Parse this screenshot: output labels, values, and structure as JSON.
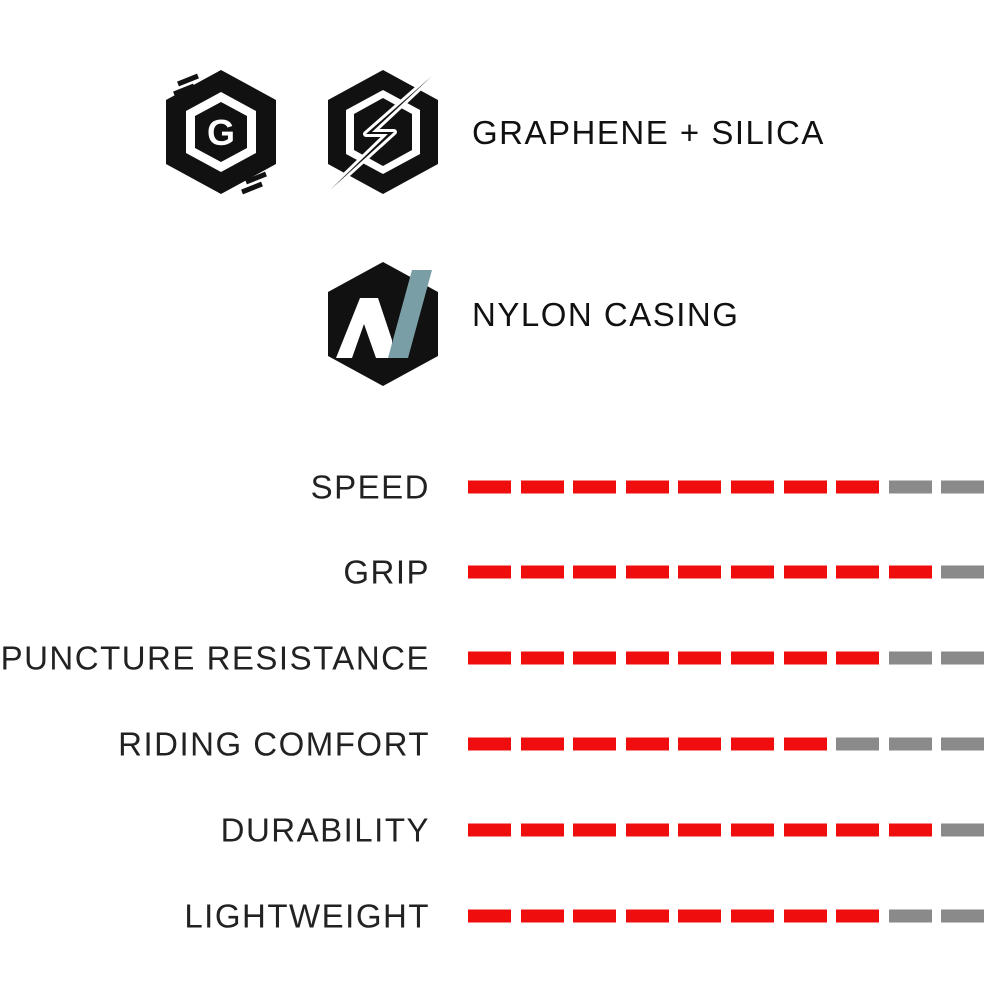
{
  "features": [
    {
      "label": "GRAPHENE + SILICA",
      "icons": [
        "graphene-hexagon-icon",
        "silica-lightning-icon"
      ]
    },
    {
      "label": "NYLON CASING",
      "icons": [
        "nylon-n-hexagon-icon"
      ]
    }
  ],
  "icon_text": {
    "graphene_letter": "G"
  },
  "ratings": {
    "max": 10,
    "items": [
      {
        "label": "SPEED",
        "value": 8
      },
      {
        "label": "GRIP",
        "value": 9
      },
      {
        "label": "PUNCTURE RESISTANCE",
        "value": 8
      },
      {
        "label": "RIDING COMFORT",
        "value": 7
      },
      {
        "label": "DURABILITY",
        "value": 9
      },
      {
        "label": "LIGHTWEIGHT",
        "value": 8
      }
    ]
  },
  "colors": {
    "filled": "#ef0d0d",
    "empty": "#8a8a8a",
    "icon_dark": "#111111",
    "nylon_accent": "#7a9ea6"
  }
}
